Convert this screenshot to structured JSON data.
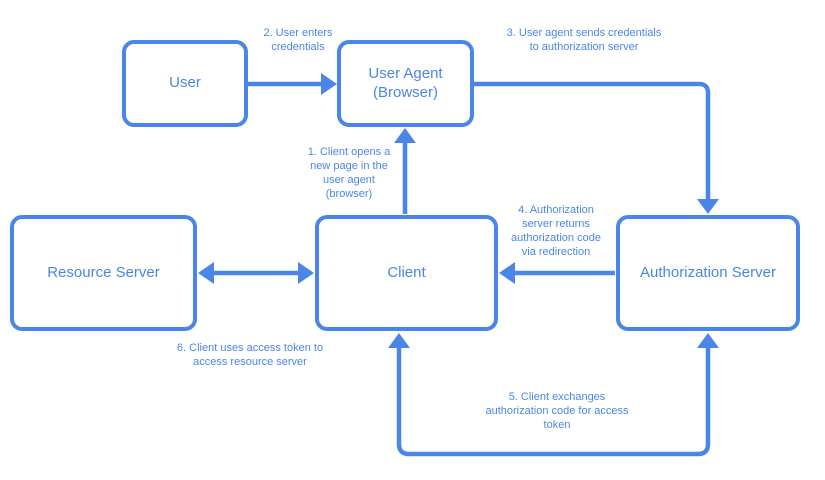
{
  "diagram": {
    "background_color": "#ffffff",
    "accent_color": "#4a86e8",
    "nodes": [
      {
        "id": "user",
        "label": "User"
      },
      {
        "id": "user-agent",
        "label": "User Agent\n(Browser)"
      },
      {
        "id": "resource-server",
        "label": "Resource Server"
      },
      {
        "id": "client",
        "label": "Client"
      },
      {
        "id": "authorization-server",
        "label": "Authorization Server"
      }
    ],
    "steps": [
      {
        "num": "1",
        "from": "client",
        "to": "user-agent",
        "label": "1. Client opens a\nnew page in the\nuser agent\n(browser)"
      },
      {
        "num": "2",
        "from": "user",
        "to": "user-agent",
        "label": "2. User enters\ncredentials"
      },
      {
        "num": "3",
        "from": "user-agent",
        "to": "authorization-server",
        "label": "3. User agent sends credentials\nto authorization server"
      },
      {
        "num": "4",
        "from": "authorization-server",
        "to": "client",
        "label": "4. Authorization\nserver returns\nauthorization code\nvia redirection"
      },
      {
        "num": "5",
        "from": "client",
        "to": "authorization-server",
        "label": "5. Client exchanges\nauthorization code for access\ntoken"
      },
      {
        "num": "6",
        "from": "client",
        "to": "resource-server",
        "label": "6. Client uses access token to\naccess resource server"
      }
    ]
  }
}
